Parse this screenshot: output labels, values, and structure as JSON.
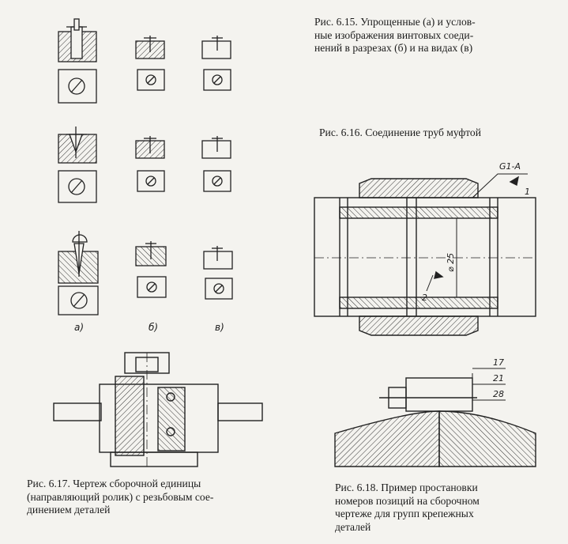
{
  "captions": {
    "fig615": [
      "Рис. 6.15. Упрощенные (а) и услов-",
      "ные изображения винтовых соеди-",
      "нений в разрезах (б) и на видах (в)"
    ],
    "fig616": [
      "Рис. 6.16. Соединение труб муфтой"
    ],
    "fig617": [
      "Рис. 6.17. Чертеж сборочной единицы",
      "(направляющий ролик) с резьбовым сое-",
      "динением деталей"
    ],
    "fig618": [
      "Рис. 6.18. Пример простановки",
      "номеров позиций на сборочном",
      "чертеже для групп крепежных",
      "деталей"
    ]
  },
  "fig615_labels": [
    "а)",
    "б)",
    "в)"
  ],
  "fig616_labels": {
    "weld_mark": "G1-A",
    "pos1": "1",
    "pos2": "2",
    "diameter": "⌀ 25"
  },
  "fig618_labels": [
    "17",
    "21",
    "28"
  ]
}
